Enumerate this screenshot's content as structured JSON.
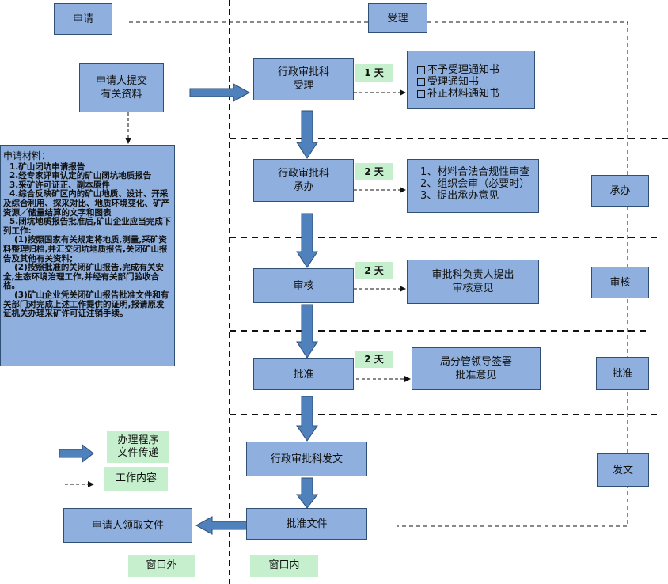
{
  "header": {
    "apply": "申请",
    "accept": "受理"
  },
  "left": {
    "submit": "申请人提交\n有关资料",
    "materials_title": "申请材料：",
    "materials": [
      "1.矿山闭坑申请报告",
      "2.经专家评审认定的矿山闭坑地质报告",
      "3.采矿许可证正、副本原件",
      "4.综合反映矿区内的矿山地质、设计、开采及综合利用、探采对比、地质环境变化、矿产资源／储量结算的文字和图表",
      "5.闭坑地质报告批准后,矿山企业应当完成下列工作:",
      "(1)按照国家有关规定将地质,测量,采矿资料整理归档,并汇交闭坑地质报告,关闭矿山报告及其他有关资料;",
      "(2)按照批准的关闭矿山报告,完成有关安全,生态环境治理工作,并经有关部门验收合格。",
      "(3)矿山企业凭关闭矿山报告批准文件和有关部门对完成上述工作提供的证明,报请原发证机关办理采矿许可证注销手续。"
    ],
    "receive": "申请人领取文件"
  },
  "flow": {
    "step1": "行政审批科\n受理",
    "step2": "行政审批科\n承办",
    "step3": "审核",
    "step4": "批准",
    "step5": "行政审批科发文",
    "step6": "批准文件"
  },
  "durations": {
    "d1": "1 天",
    "d2": "2 天",
    "d3": "2 天",
    "d4": "2 天"
  },
  "details": {
    "accept_items": [
      "不予受理通知书",
      "受理通知书",
      "补正材料通知书"
    ],
    "handle_items": [
      "1、材料合法合规性审查",
      "2、组织会审（必要时）",
      "3、提出承办意见"
    ],
    "review": "审批科负责人提出\n审核意见",
    "approve": "局分管领导签署\n批准意见"
  },
  "right": {
    "handle": "承办",
    "review": "审核",
    "approve": "批准",
    "issue": "发文"
  },
  "legend": {
    "flow": "办理程序\n文件传递",
    "work": "工作内容"
  },
  "zones": {
    "outside": "窗口外",
    "inside": "窗口内"
  }
}
